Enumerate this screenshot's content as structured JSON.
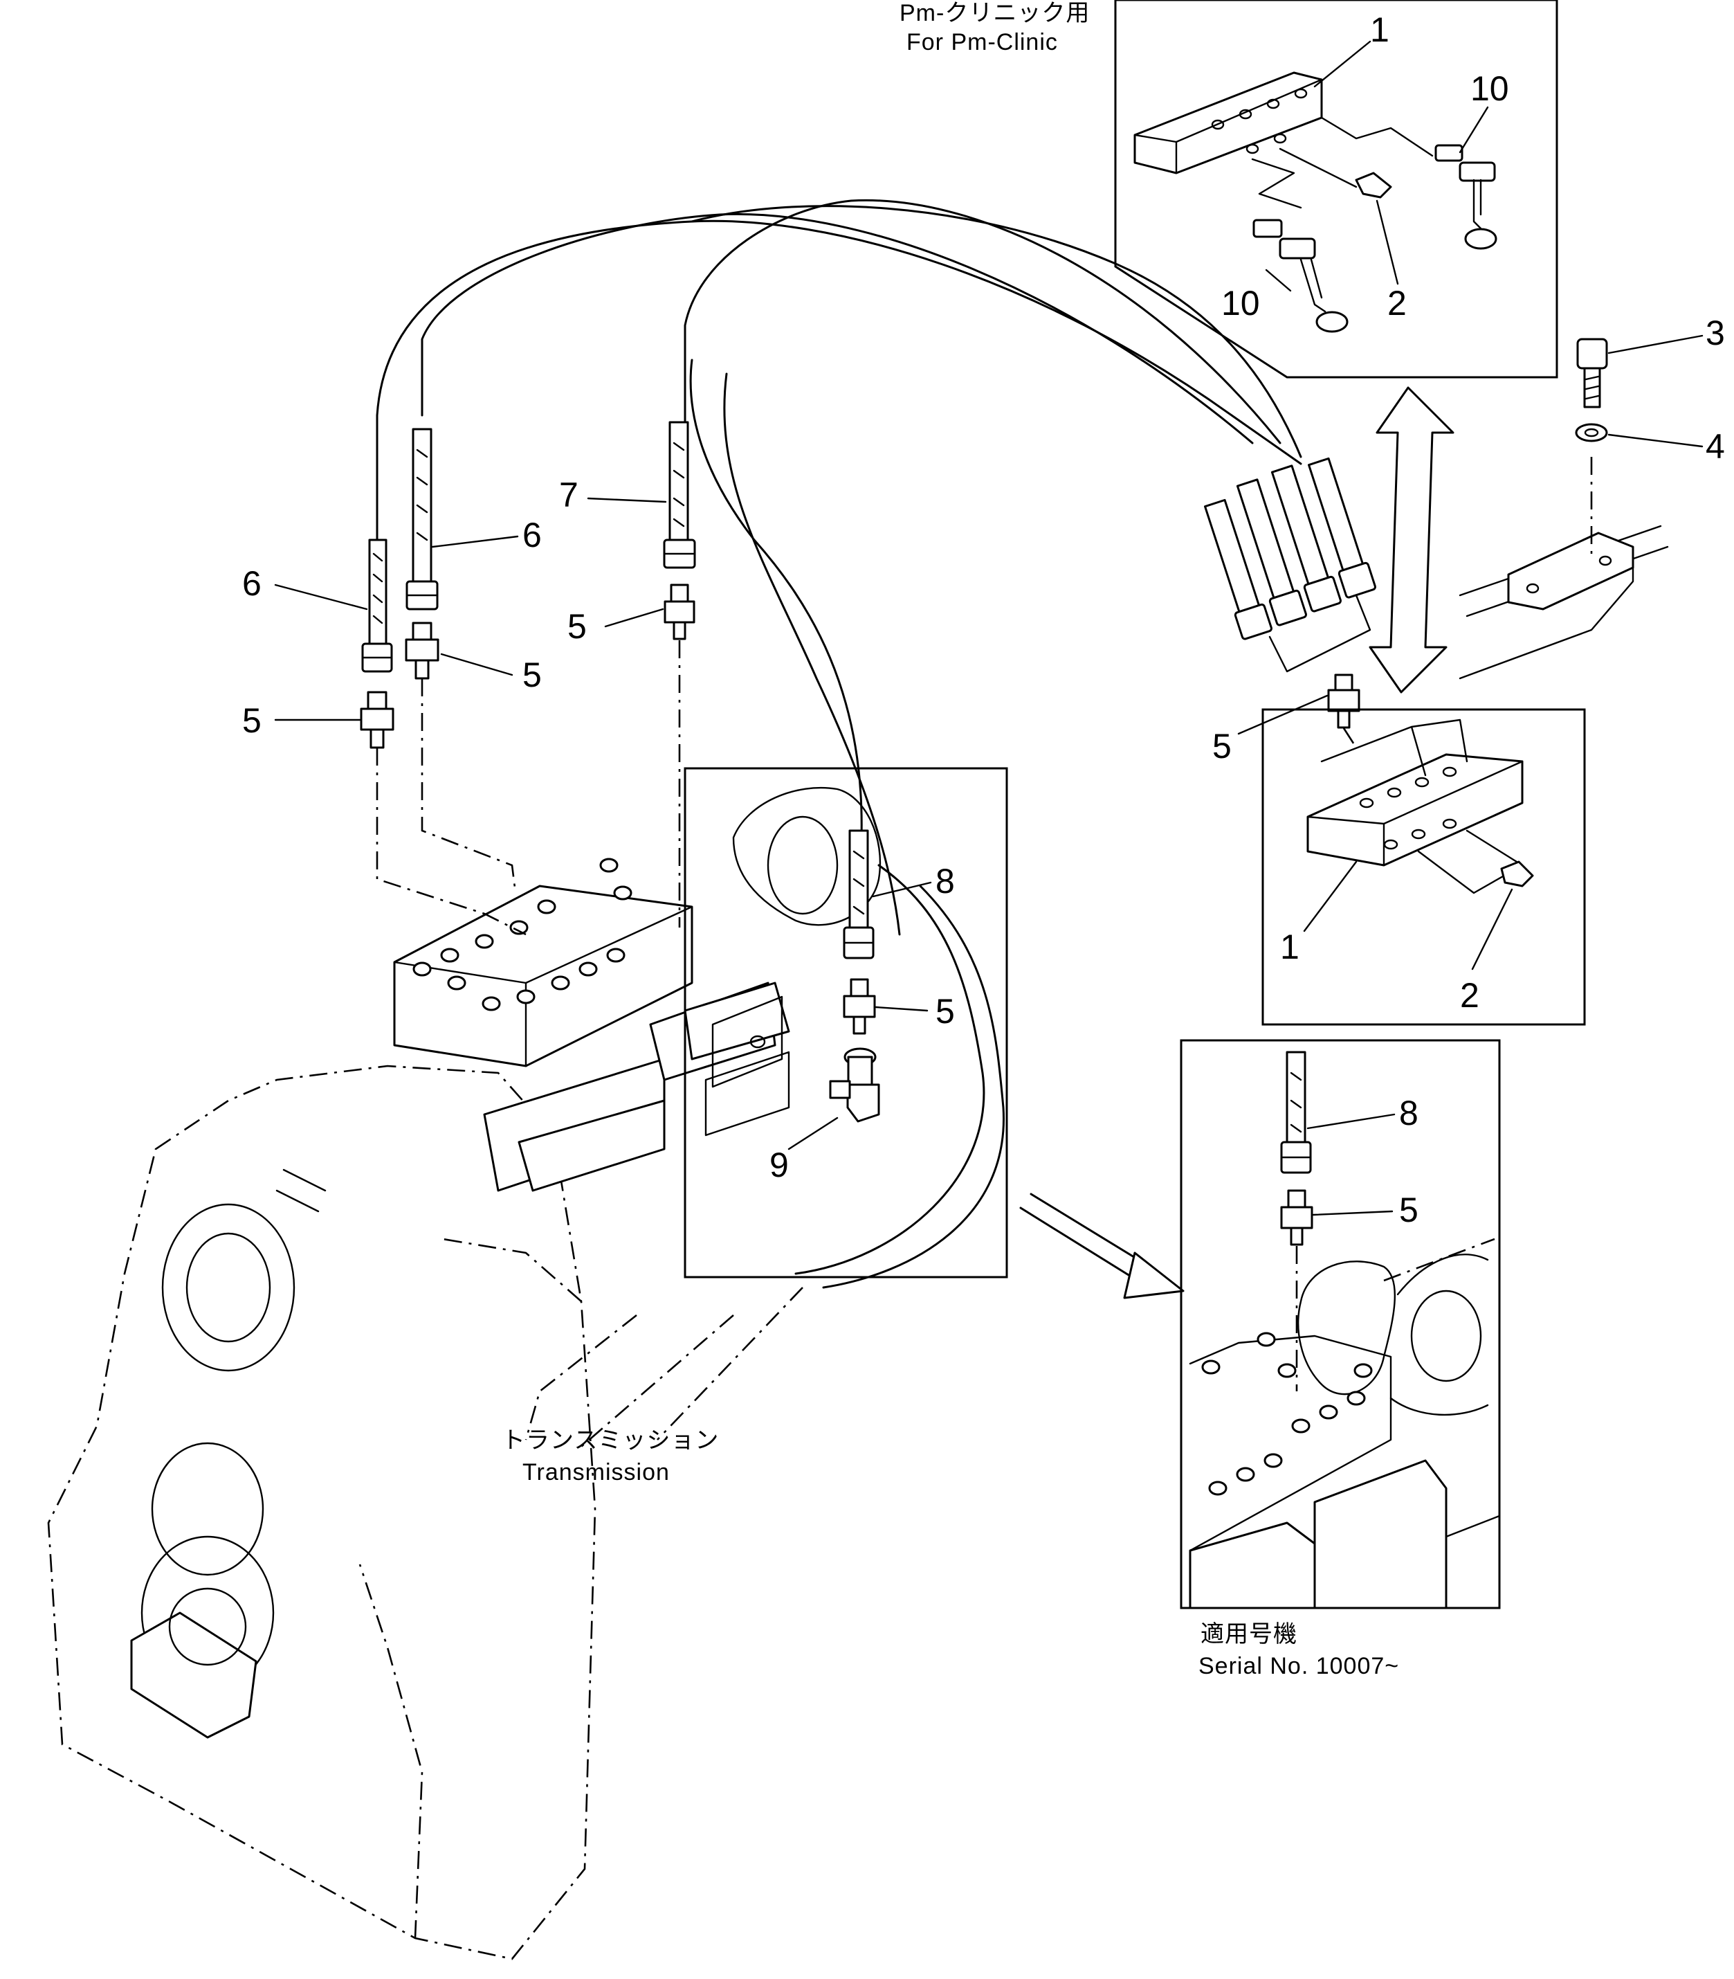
{
  "notes": {
    "pm_clinic_jp": "Pm-クリニック用",
    "pm_clinic_en": "For Pm-Clinic",
    "transmission_jp": "トランスミッション",
    "transmission_en": "Transmission",
    "serial_jp": "適用号機",
    "serial_en": "Serial No. 10007~"
  },
  "callouts": {
    "c1_top": "1",
    "c10_top_right": "10",
    "c10_top_left": "10",
    "c2_top": "2",
    "c3": "3",
    "c4": "4",
    "c7": "7",
    "c6_upper": "6",
    "c6_lower": "6",
    "c5_center": "5",
    "c5_left_upper": "5",
    "c5_left_lower": "5",
    "c5_right": "5",
    "c8_center": "8",
    "c5_center_lower": "5",
    "c9": "9",
    "c1_mid": "1",
    "c2_mid": "2",
    "c8_inset": "8",
    "c5_inset": "5"
  }
}
